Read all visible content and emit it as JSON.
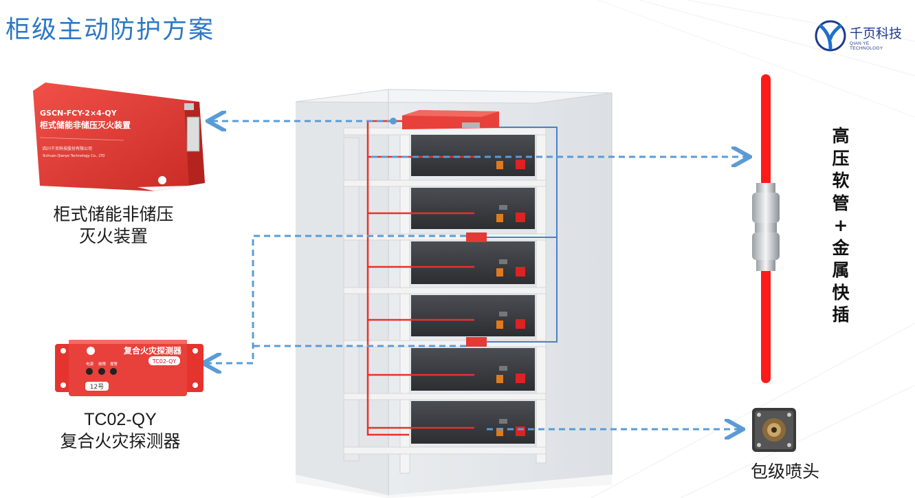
{
  "title": "柜级主动防护方案",
  "logo": {
    "name": "千页科技",
    "sub": "QIAN YE TECHNOLOGY"
  },
  "extinguisher": {
    "model": "GSCN-FCY-2×4-QY",
    "device_name": "柜式储能非储压灭火装置",
    "company_cn": "四川千页科技股份有限公司",
    "company_en": "Sichuan Qianye Technology Co., LTD",
    "caption_line1": "柜式储能非储压",
    "caption_line2": "灭火装置"
  },
  "detector": {
    "title": "复合火灾探测器",
    "model_tag": "TC02-QY",
    "indicators": [
      "电源",
      "故障",
      "报警"
    ],
    "number_tag": "12号",
    "caption_line1": "TC02-QY",
    "caption_line2": "复合火灾探测器"
  },
  "hose": {
    "label_chars": [
      "高",
      "压",
      "软",
      "管",
      "+",
      "金",
      "属",
      "快",
      "插"
    ]
  },
  "nozzle": {
    "caption": "包级喷头"
  },
  "colors": {
    "title": "#2b78c6",
    "arrow": "#5b9bd5",
    "device_red": "#e23a34",
    "pipe_red": "#ff1a1a",
    "logo": "#1e3a8c"
  }
}
